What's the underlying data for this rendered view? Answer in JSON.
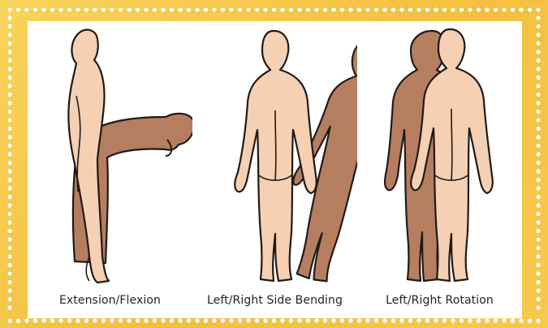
{
  "colors": {
    "border": "#f4bf3f",
    "dots": "#ffffff",
    "panel": "#ffffff",
    "figure_light": "#f5d0b3",
    "figure_dark": "#b67e60",
    "outline": "#1f1a17"
  },
  "figures": [
    {
      "caption": "Extension/Flexion",
      "icon": "forward-bend-figure"
    },
    {
      "caption": "Left/Right Side Bending",
      "icon": "side-bend-figure"
    },
    {
      "caption": "Left/Right Rotation",
      "icon": "rotation-figure"
    }
  ]
}
